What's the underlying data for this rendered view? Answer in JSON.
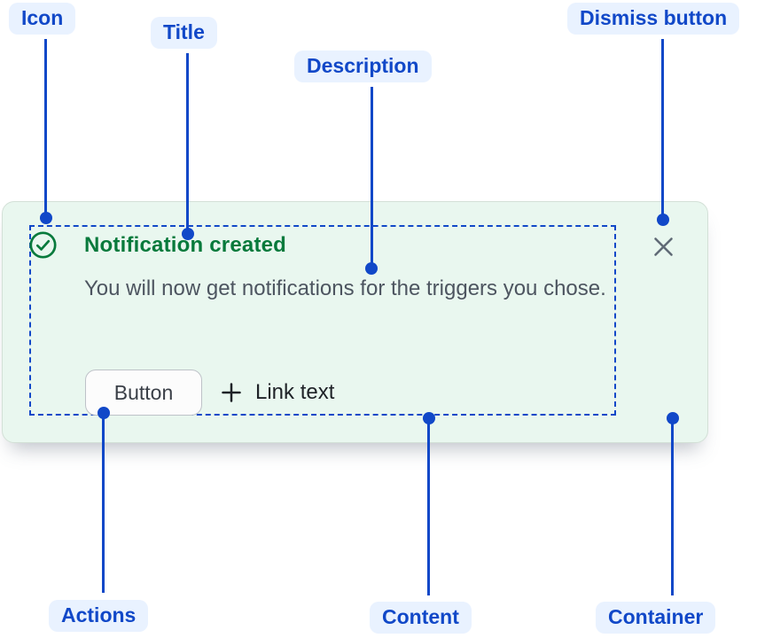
{
  "callouts": {
    "icon": "Icon",
    "title": "Title",
    "description": "Description",
    "dismiss": "Dismiss button",
    "actions": "Actions",
    "content": "Content",
    "container": "Container"
  },
  "notification": {
    "title": "Notification created",
    "description": "You will now get notifications for the triggers you chose.",
    "actions": {
      "button": "Button",
      "link": "Link text"
    },
    "icons": {
      "status": "check-circle-icon",
      "link_prefix": "plus-icon",
      "dismiss": "close-icon"
    }
  },
  "colors": {
    "callout_blue": "#1148C8",
    "callout_pill_bg": "#E9F2FF",
    "card_bg": "#E9F7EF",
    "card_border": "#D3E0D7",
    "success_green": "#087A3C",
    "description_text": "#4D5560",
    "link_text": "#1E2227",
    "button_border": "#BEC2C8",
    "button_bg": "#FCFCFC",
    "button_text": "#3A3F47",
    "dismiss_gray": "#606A76"
  }
}
